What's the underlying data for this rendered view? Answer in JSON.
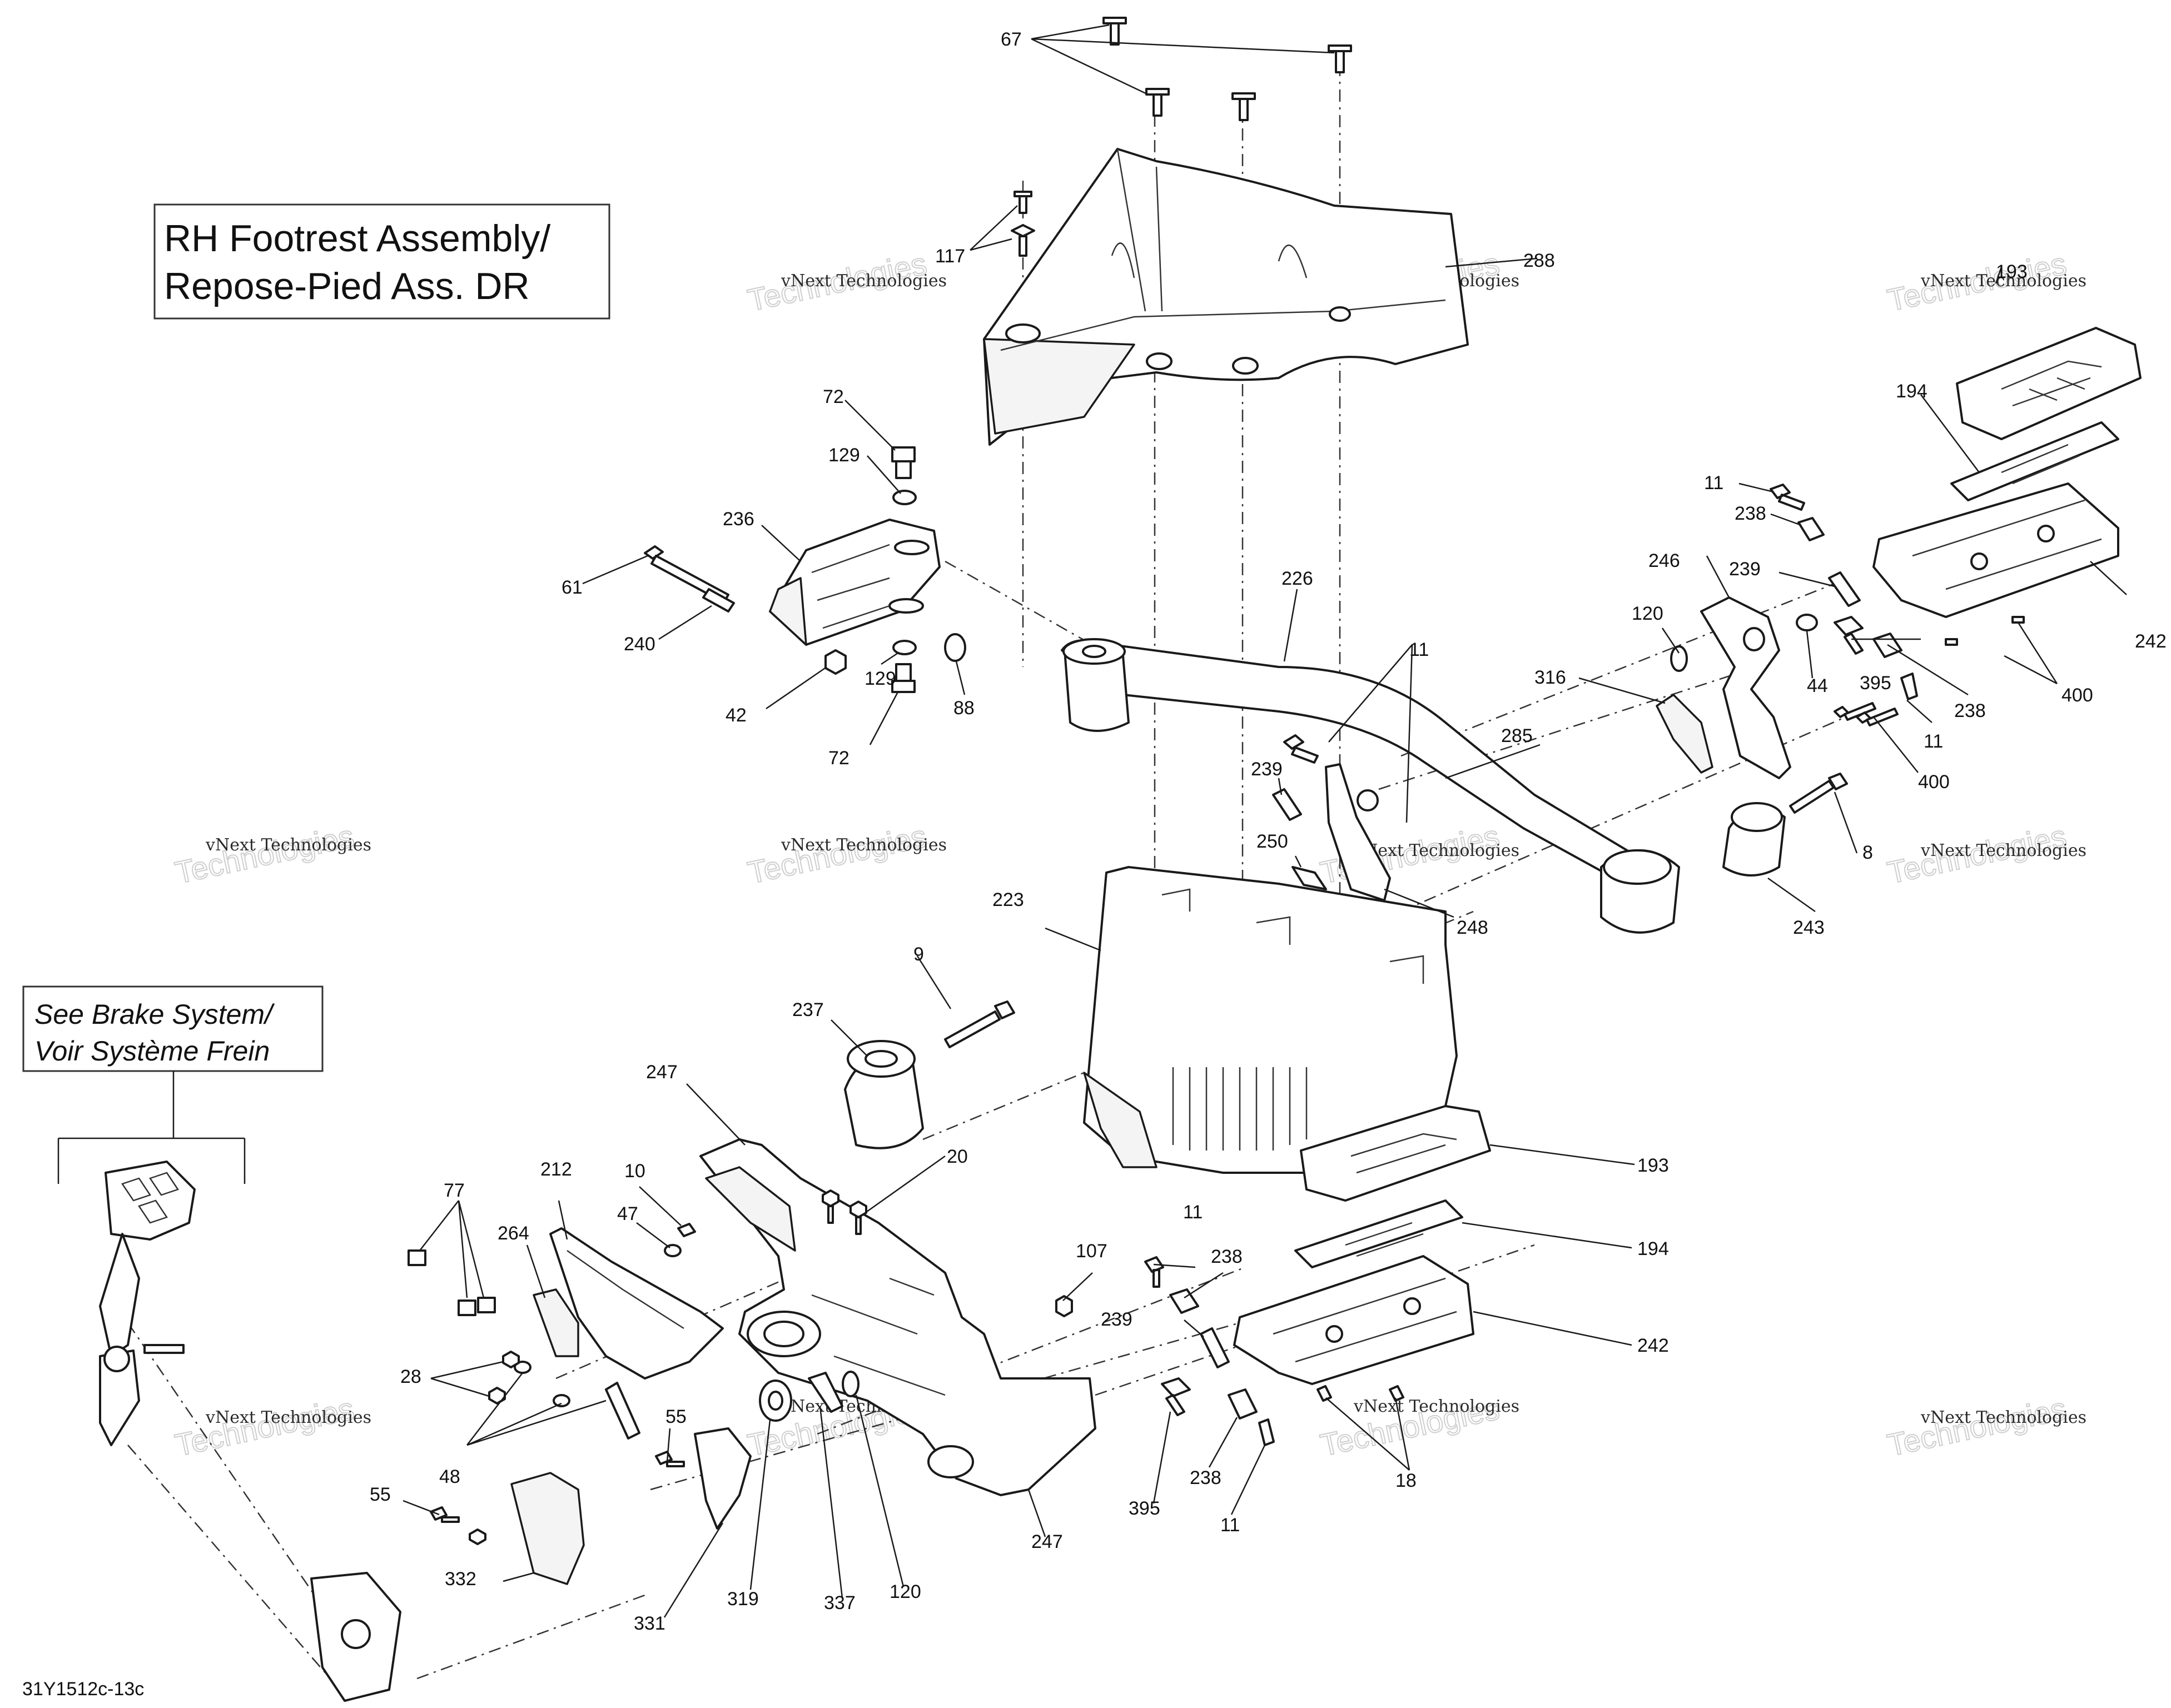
{
  "title": {
    "line1": "RH Footrest Assembly/",
    "line2": "Repose-Pied Ass. DR"
  },
  "reference": {
    "line1": "See Brake System/",
    "line2": "Voir Système Frein"
  },
  "drawing_code": "31Y1512c-13c",
  "watermark": {
    "line1": "vNext Technologies",
    "line2": "Technologies"
  },
  "callouts": {
    "c67": "67",
    "c117": "117",
    "c288": "288",
    "c193a": "193",
    "c194a": "194",
    "c72a": "72",
    "c129a": "129",
    "c236": "236",
    "c61": "61",
    "c240": "240",
    "c42": "42",
    "c129b": "129",
    "c72b": "72",
    "c88": "88",
    "c226": "226",
    "c11a": "11",
    "c238a": "238",
    "c246": "246",
    "c239a": "239",
    "c120a": "120",
    "c316": "316",
    "c44": "44",
    "c395a": "395",
    "c238b": "238",
    "c11b": "11",
    "c400a": "400",
    "c400b": "400",
    "c242a": "242",
    "c285": "285",
    "c11c": "11",
    "c239b": "239",
    "c250": "250",
    "c248": "248",
    "c8": "8",
    "c243": "243",
    "c223": "223",
    "c9": "9",
    "c237": "237",
    "c247a": "247",
    "c20": "20",
    "c193b": "193",
    "c194b": "194",
    "c242b": "242",
    "c212": "212",
    "c10": "10",
    "c47": "47",
    "c77": "77",
    "c264": "264",
    "c107": "107",
    "c11d": "11",
    "c238c": "238",
    "c239c": "239",
    "c28": "28",
    "c48": "48",
    "c55a": "55",
    "c55b": "55",
    "c332": "332",
    "c331": "331",
    "c319": "319",
    "c337": "337",
    "c120b": "120",
    "c247b": "247",
    "c395b": "395",
    "c238d": "238",
    "c11e": "11",
    "c18": "18"
  }
}
